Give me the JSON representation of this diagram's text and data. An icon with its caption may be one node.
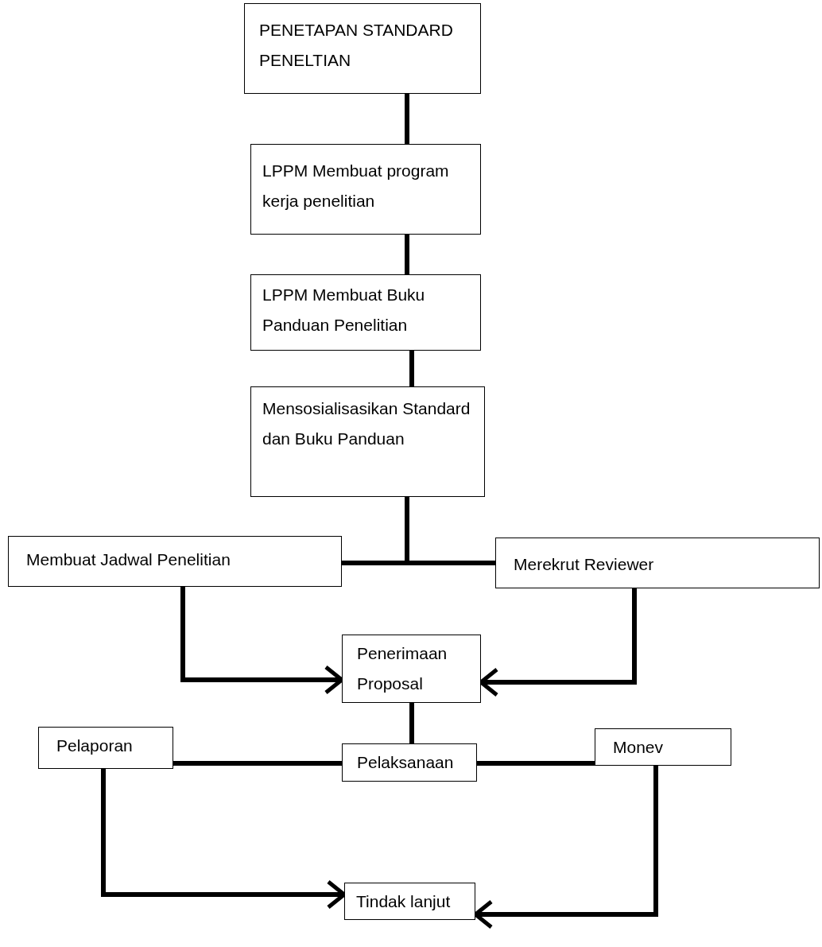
{
  "diagram": {
    "nodes": [
      {
        "text": [
          "PENETAPAN STANDARD PENELTIAN"
        ]
      },
      {
        "text": [
          "LPPM Membuat program kerja penelitian"
        ]
      },
      {
        "text": [
          "LPPM Membuat Buku Panduan Penelitian"
        ]
      },
      {
        "text": [
          "Mensosialisasikan Standard dan Buku Panduan"
        ]
      },
      {
        "text": [
          "Membuat Jadwal Penelitian"
        ]
      },
      {
        "text": [
          "Merekrut Reviewer"
        ]
      },
      {
        "text": [
          "Penerimaan Proposal"
        ]
      },
      {
        "text": [
          "Pelaksanaan"
        ]
      },
      {
        "text": [
          "Pelaporan"
        ]
      },
      {
        "text": [
          "Monev"
        ]
      },
      {
        "text": [
          "Tindak lanjut"
        ]
      }
    ],
    "edges": [
      {
        "from": 0,
        "to": 1,
        "arrow": "none"
      },
      {
        "from": 1,
        "to": 2,
        "arrow": "none"
      },
      {
        "from": 2,
        "to": 3,
        "arrow": "none"
      },
      {
        "from": 3,
        "to": 4,
        "arrow": "none"
      },
      {
        "from": 3,
        "to": 5,
        "arrow": "none"
      },
      {
        "from": 4,
        "to": 6,
        "arrow": "to"
      },
      {
        "from": 5,
        "to": 6,
        "arrow": "to"
      },
      {
        "from": 6,
        "to": 7,
        "arrow": "none"
      },
      {
        "from": 7,
        "to": 8,
        "arrow": "none"
      },
      {
        "from": 7,
        "to": 9,
        "arrow": "none"
      },
      {
        "from": 8,
        "to": 10,
        "arrow": "to"
      },
      {
        "from": 9,
        "to": 10,
        "arrow": "to"
      }
    ]
  }
}
